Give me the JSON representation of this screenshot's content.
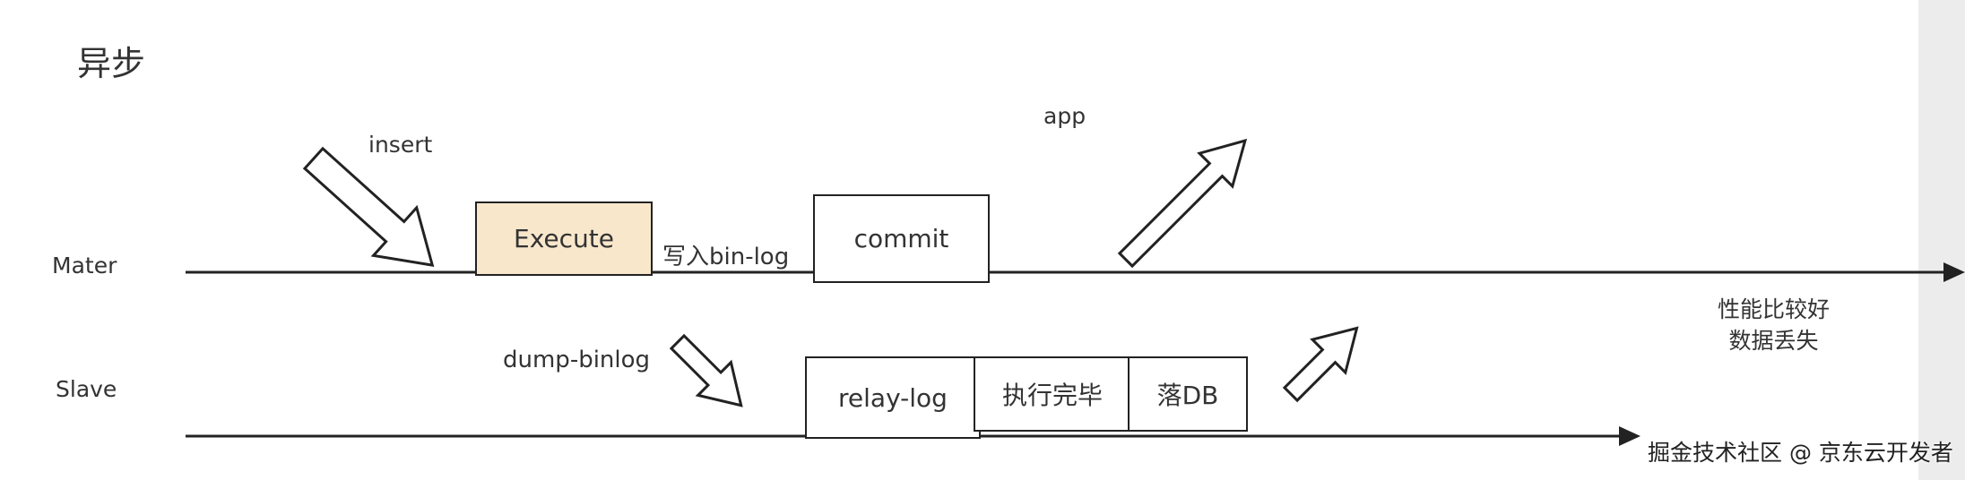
{
  "title": "异步",
  "lanes": {
    "master": "Mater",
    "slave": "Slave"
  },
  "labels": {
    "insert": "insert",
    "app": "app",
    "write_binlog": "写入bin-log",
    "dump_binlog": "dump-binlog",
    "perf_line1": "性能比较好",
    "perf_line2": "数据丢失"
  },
  "boxes": {
    "execute": "Execute",
    "commit": "commit",
    "relay_log": "relay-log",
    "exec_done": "执行完毕",
    "to_db": "落DB"
  },
  "watermark": "掘金技术社区 @ 京东云开发者",
  "colors": {
    "execute_fill": "#f9e7cc",
    "line": "#222222",
    "text": "#333333",
    "strip": "#ececec"
  }
}
